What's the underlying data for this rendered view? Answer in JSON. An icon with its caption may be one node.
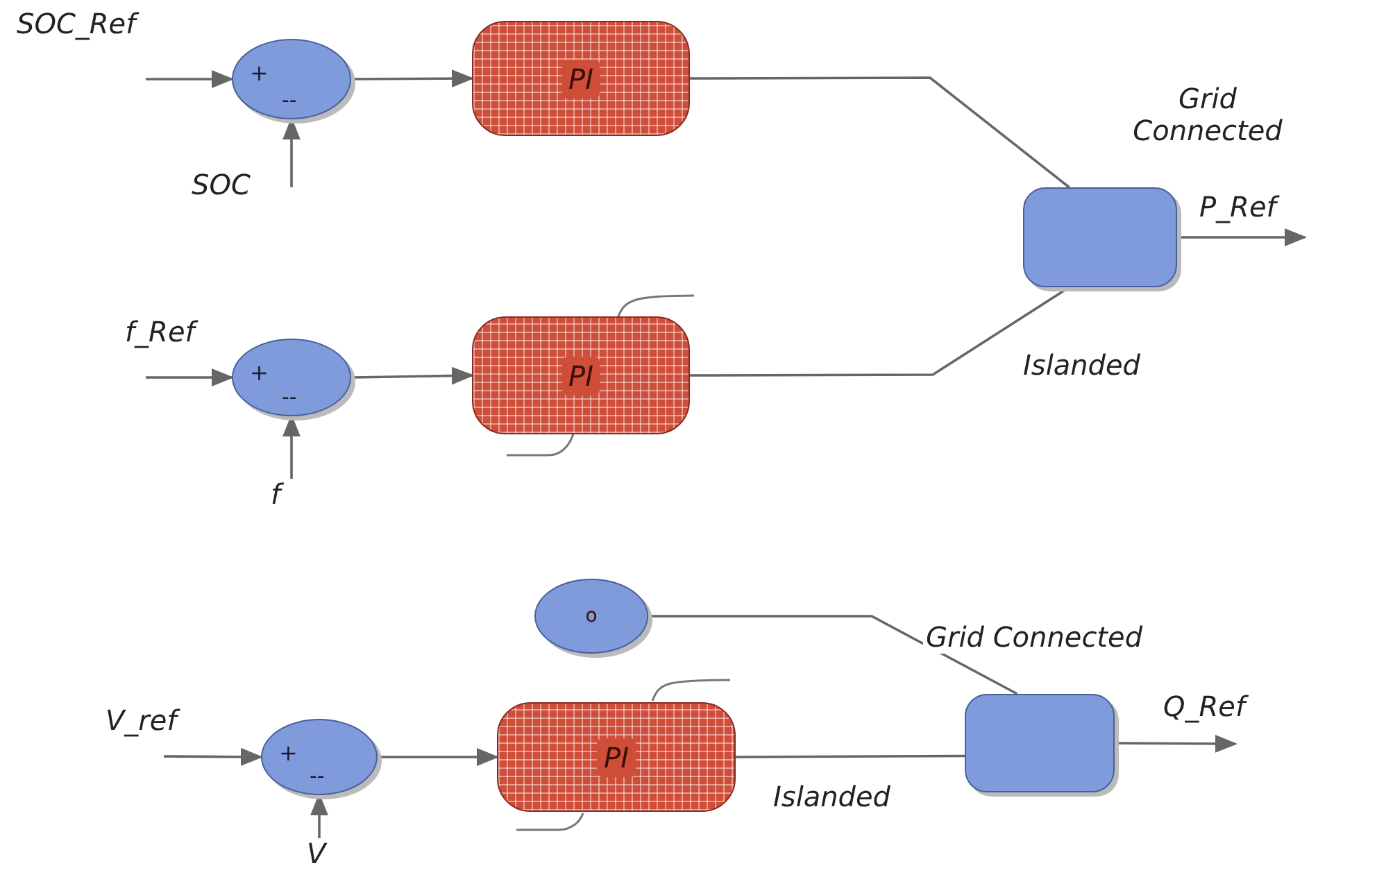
{
  "diagram": {
    "nodes": [
      {
        "text": [
          "+",
          "--"
        ]
      },
      {
        "text": [
          "PI"
        ]
      },
      {
        "text": [],
        "shape": "box"
      },
      {
        "text": [
          "+",
          "--"
        ]
      },
      {
        "text": [
          "PI"
        ]
      },
      {
        "text": [
          "o"
        ]
      },
      {
        "text": [
          "+",
          "--"
        ]
      },
      {
        "text": [
          "PI"
        ]
      },
      {
        "text": [],
        "shape": "box"
      }
    ],
    "edges": [
      {
        "from": null,
        "to": 0,
        "arrow": "to",
        "label": "SOC_Ref"
      },
      {
        "from": null,
        "to": 0,
        "arrow": "to",
        "label": "SOC"
      },
      {
        "from": 0,
        "to": 1,
        "arrow": "to"
      },
      {
        "from": 1,
        "to": 2,
        "arrow": "none",
        "label": "Grid Connected"
      },
      {
        "from": 4,
        "to": 2,
        "arrow": "none",
        "label": "Islanded"
      },
      {
        "from": 2,
        "to": null,
        "arrow": "to",
        "label": "P_Ref"
      },
      {
        "from": null,
        "to": 3,
        "arrow": "to",
        "label": "f_Ref"
      },
      {
        "from": null,
        "to": 3,
        "arrow": "to",
        "label": "f"
      },
      {
        "from": 3,
        "to": 4,
        "arrow": "to"
      },
      {
        "from": null,
        "to": 6,
        "arrow": "to",
        "label": "V_ref"
      },
      {
        "from": null,
        "to": 6,
        "arrow": "to",
        "label": "V"
      },
      {
        "from": 6,
        "to": 7,
        "arrow": "to"
      },
      {
        "from": 5,
        "to": 8,
        "arrow": "none",
        "label": "Grid Connected"
      },
      {
        "from": 7,
        "to": 8,
        "arrow": "none",
        "label": "Islanded"
      },
      {
        "from": 8,
        "to": null,
        "arrow": "to",
        "label": "Q_Ref"
      }
    ]
  }
}
